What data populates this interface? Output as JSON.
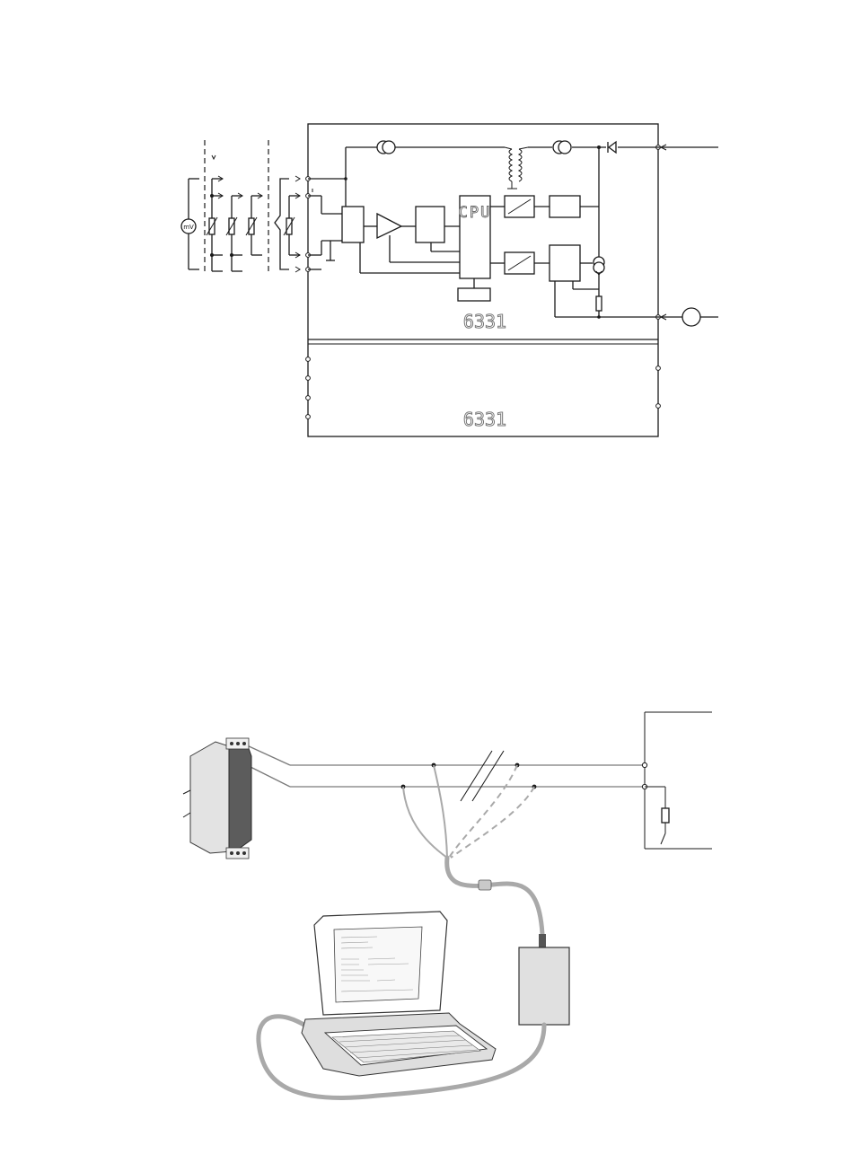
{
  "diagram": {
    "module_label_top": "6331",
    "module_label_bottom": "6331",
    "cpu_label": "CPU",
    "mv_source_label": "mV"
  },
  "colors": {
    "line": "#1a1a1a",
    "cable_gray": "#a9a9a9"
  }
}
